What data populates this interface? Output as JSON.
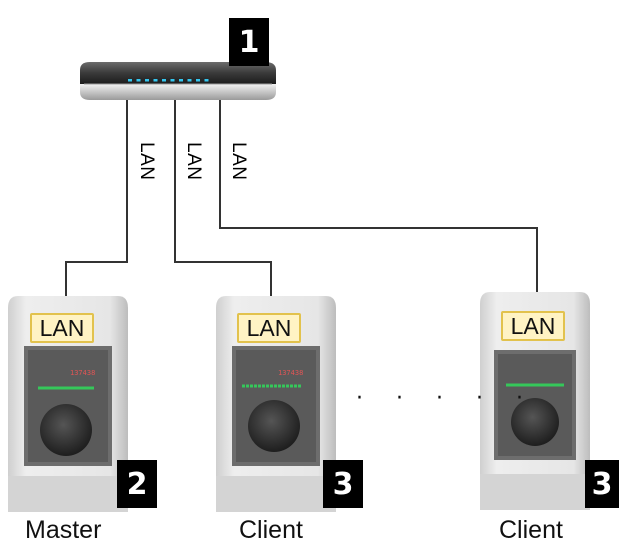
{
  "router": {
    "badge": "1",
    "indicator_color": "#34c6ef"
  },
  "connections": [
    {
      "label": "LAN"
    },
    {
      "label": "LAN"
    },
    {
      "label": "LAN"
    }
  ],
  "devices": [
    {
      "role": "Master",
      "port_label": "LAN",
      "badge": "2",
      "display_text": "137438",
      "led_color": "#35c75a"
    },
    {
      "role": "Client",
      "port_label": "LAN",
      "badge": "3",
      "display_text": "137438",
      "led_color": "#35c75a"
    },
    {
      "role": "Client",
      "port_label": "LAN",
      "badge": "3",
      "display_text": "",
      "led_color": "#35c75a"
    }
  ],
  "ellipsis": "· · · · ·"
}
